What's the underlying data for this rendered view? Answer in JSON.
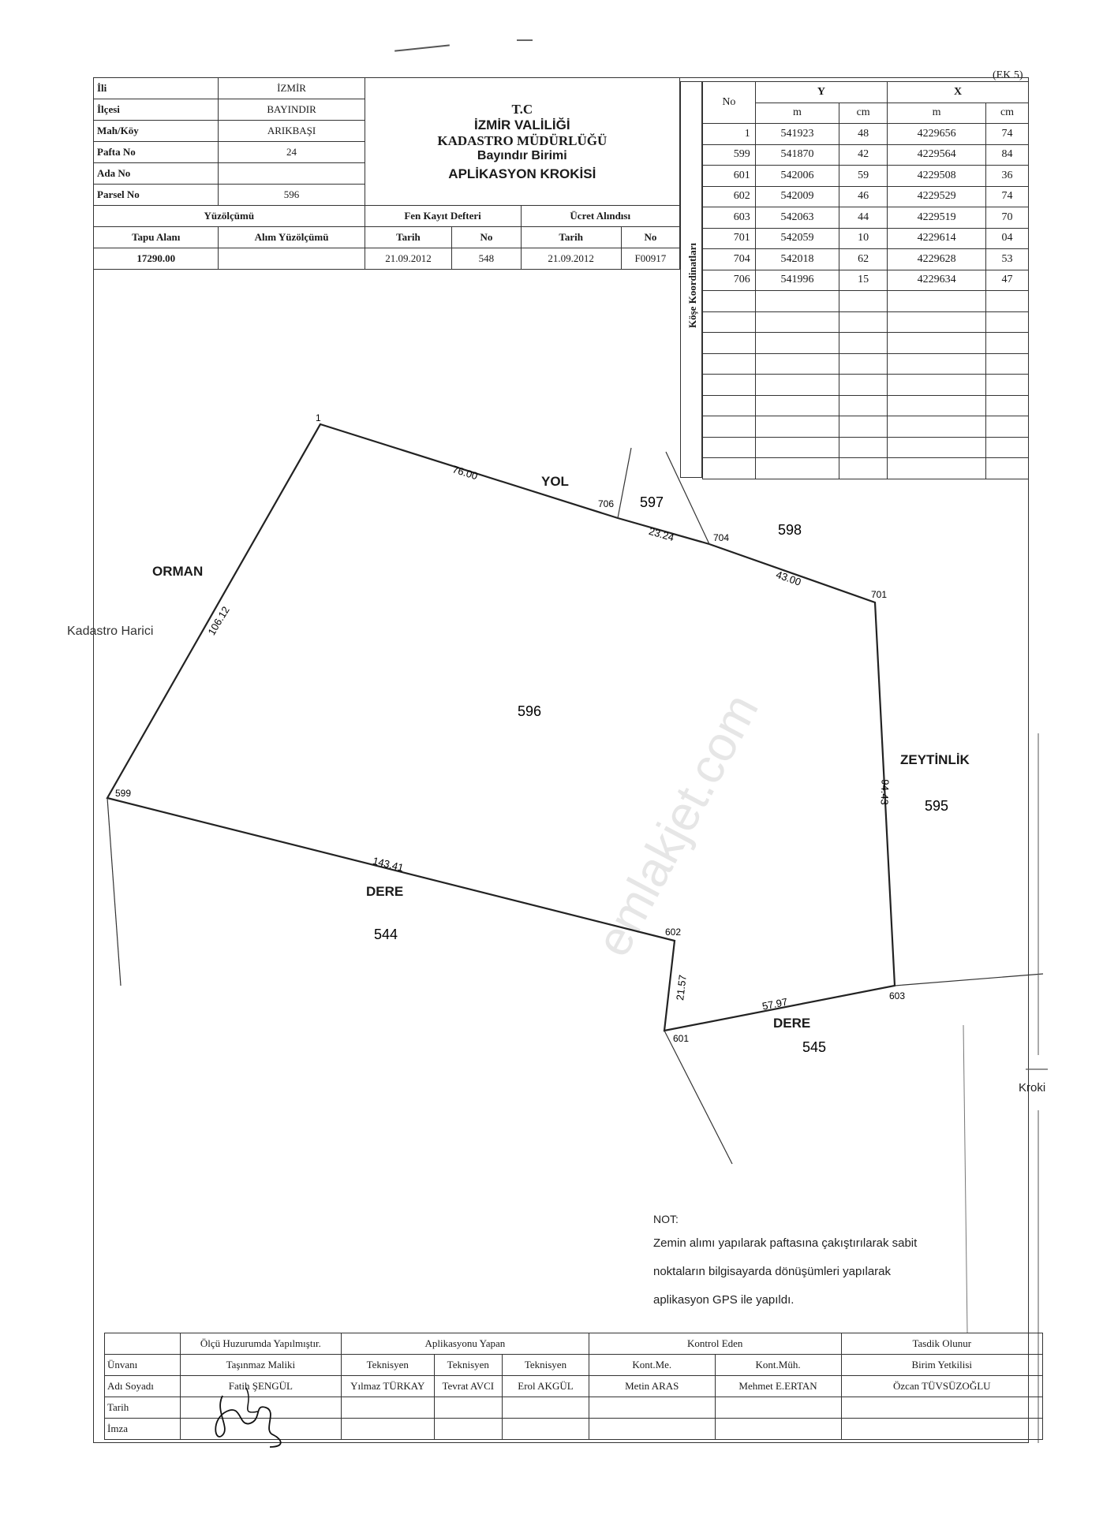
{
  "ek": "(EK 5)",
  "header": {
    "rows": [
      {
        "label": "İli",
        "value": "İZMİR"
      },
      {
        "label": "İlçesi",
        "value": "BAYINDIR"
      },
      {
        "label": "Mah/Köy",
        "value": "ARIKBAŞI"
      },
      {
        "label": "Pafta No",
        "value": "24"
      },
      {
        "label": "Ada No",
        "value": ""
      },
      {
        "label": "Parsel No",
        "value": "596"
      }
    ],
    "org_lines": [
      "T.C",
      "İZMİR VALİLİĞİ",
      "KADASTRO MÜDÜRLÜĞÜ",
      "Bayındır Birimi",
      "APLİKASYON KROKİSİ"
    ],
    "yuzolcumu": "Yüzölçümü",
    "fen_kayit": "Fen Kayıt Defteri",
    "ucret": "Ücret Alındısı",
    "tapu_alani": "Tapu Alanı",
    "alim_yuzolcumu": "Alım Yüzölçümü",
    "tarih": "Tarih",
    "no": "No",
    "tapu_value": "17290.00",
    "fen_tarih": "21.09.2012",
    "fen_no": "548",
    "ucret_tarih": "21.09.2012",
    "ucret_no": "F00917"
  },
  "coords": {
    "side_label": "Köşe Koordinatları",
    "col_no": "No",
    "col_y": "Y",
    "col_x": "X",
    "unit_m": "m",
    "unit_cm": "cm",
    "rows": [
      [
        "1",
        "541923",
        "48",
        "4229656",
        "74"
      ],
      [
        "599",
        "541870",
        "42",
        "4229564",
        "84"
      ],
      [
        "601",
        "542006",
        "59",
        "4229508",
        "36"
      ],
      [
        "602",
        "542009",
        "46",
        "4229529",
        "74"
      ],
      [
        "603",
        "542063",
        "44",
        "4229519",
        "70"
      ],
      [
        "701",
        "542059",
        "10",
        "4229614",
        "04"
      ],
      [
        "704",
        "542018",
        "62",
        "4229628",
        "53"
      ],
      [
        "706",
        "541996",
        "15",
        "4229634",
        "47"
      ]
    ]
  },
  "map": {
    "parcel": "596",
    "neighbors": {
      "p597": "597",
      "p598": "598",
      "p595": "595",
      "p544": "544",
      "p545": "545"
    },
    "labels": {
      "yol": "YOL",
      "orman": "ORMAN",
      "zeytinlik": "ZEYTİNLİK",
      "dere1": "DERE",
      "dere2": "DERE",
      "kadastro_harici": "Kadastro Harici"
    },
    "points": {
      "pt1": "1",
      "pt706": "706",
      "pt704": "704",
      "pt701": "701",
      "pt599": "599",
      "pt602": "602",
      "pt603": "603",
      "pt601": "601"
    },
    "distances": {
      "d1_706": "76.00",
      "d706_704": "23.24",
      "d704_701": "43.00",
      "d1_599": "106.12",
      "d701_603": "94.43",
      "d599_602": "143.41",
      "d602_601": "21.57",
      "d601_603": "57.97"
    },
    "watermark": "emlakjet.com"
  },
  "note": {
    "title": "NOT:",
    "lines": [
      "Zemin alımı yapılarak paftasına çakıştırılarak sabit",
      "noktaların bilgisayarda dönüşümleri yapılarak",
      "aplikasyon GPS ile yapıldı."
    ]
  },
  "kroki": "Kroki",
  "bottom": {
    "groups": [
      "Ölçü Huzurumda Yapılmıştır.",
      "Aplikasyonu Yapan",
      "Kontrol Eden",
      "Tasdik Olunur"
    ],
    "row_labels": [
      "Ünvanı",
      "Adı Soyadı",
      "Tarih",
      "İmza"
    ],
    "titles": [
      "Taşınmaz Maliki",
      "Teknisyen",
      "Teknisyen",
      "Teknisyen",
      "Kont.Me.",
      "Kont.Müh.",
      "Birim Yetkilisi"
    ],
    "names": [
      "Fatih ŞENGÜL",
      "Yılmaz TÜRKAY",
      "Tevrat AVCI",
      "Erol AKGÜL",
      "Metin ARAS",
      "Mehmet E.ERTAN",
      "Özcan TÜVSÜZOĞLU"
    ]
  }
}
